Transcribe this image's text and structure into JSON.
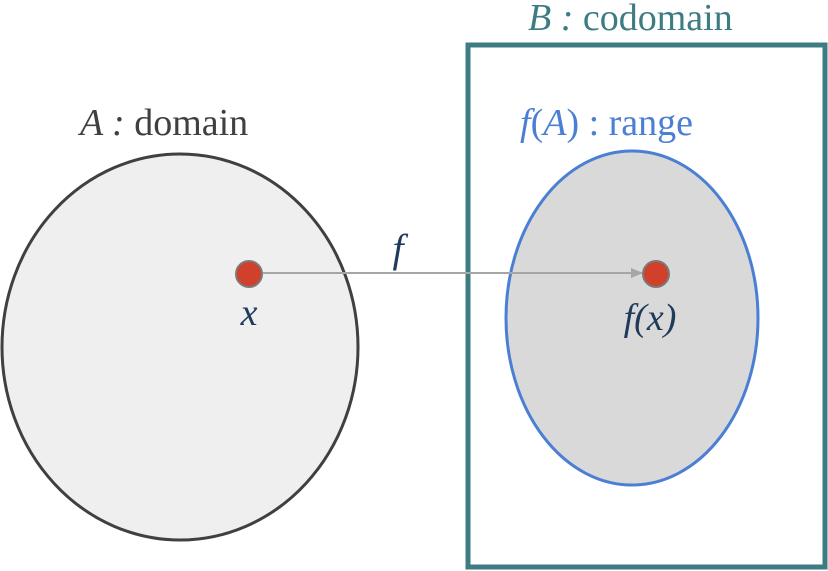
{
  "domain_set": {
    "symbol": "A",
    "separator": " : ",
    "label": "domain",
    "fill_color": "#efefef",
    "stroke_color": "#404040"
  },
  "codomain_set": {
    "symbol": "B",
    "separator": " : ",
    "label": "codomain",
    "stroke_color": "#3e7c83"
  },
  "range_set": {
    "func": "f",
    "open_paren": "(",
    "symbol": "A",
    "close_paren": ")",
    "separator": " : ",
    "label": "range",
    "fill_color": "#d9d9d9",
    "stroke_color": "#4a7fd4"
  },
  "mapping": {
    "label": "f",
    "arrow_color": "#a6a6a6"
  },
  "points": {
    "source_label": "x",
    "target_label": "f(x)",
    "fill_color": "#d0402a",
    "stroke_color": "#7a7a7a",
    "label_color": "#1f3a5a"
  }
}
